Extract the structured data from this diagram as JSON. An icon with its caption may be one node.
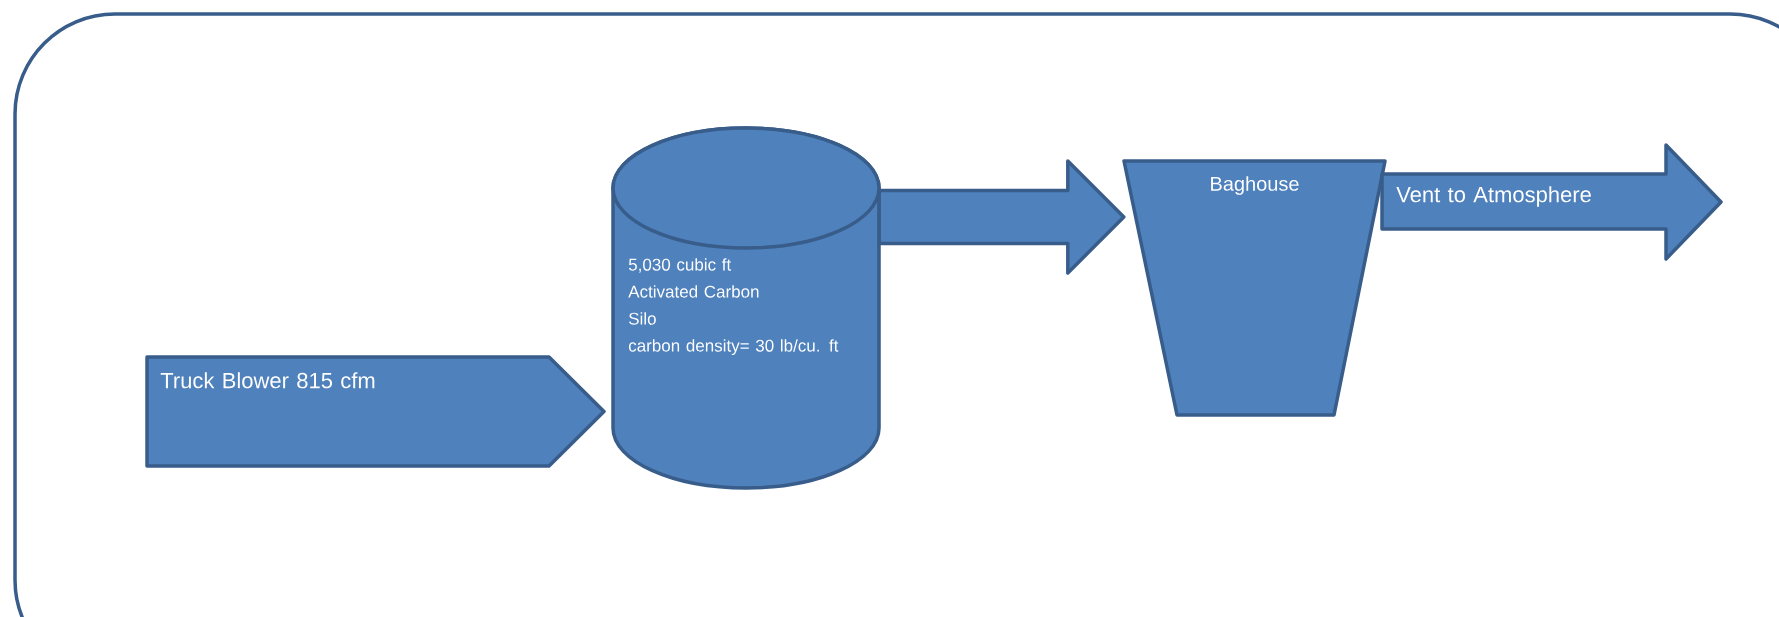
{
  "diagram": {
    "nodes": [
      {
        "text": [
          "Truck Blower 815 cfm"
        ]
      },
      {
        "text": [
          "5,030 cubic ft",
          "Activated Carbon",
          "Silo",
          "carbon density= 30 lb/cu. ft"
        ]
      },
      {
        "text": [
          "Baghouse"
        ]
      },
      {
        "text": [
          "Vent to Atmosphere"
        ]
      }
    ],
    "edges": [
      {
        "from": 1,
        "to": 2,
        "arrow": "to"
      }
    ]
  }
}
